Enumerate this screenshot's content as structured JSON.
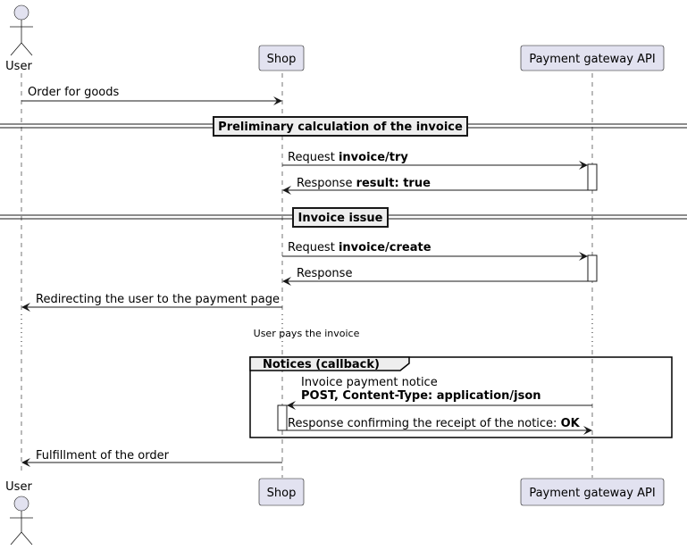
{
  "participants": {
    "user": "User",
    "shop": "Shop",
    "gateway": "Payment gateway API"
  },
  "messages": {
    "order": "Order for goods",
    "try_request_prefix": "Request ",
    "try_request_bold": "invoice/try",
    "try_response_prefix": "Response ",
    "try_response_bold": "result: true",
    "create_request_prefix": "Request ",
    "create_request_bold": "invoice/create",
    "create_response": "Response",
    "redirect": "Redirecting the user to the payment page",
    "user_pays": "User pays the invoice",
    "notice_line1": "Invoice payment notice",
    "notice_line2": "POST, Content-Type: application/json",
    "confirm_prefix": "Response confirming the receipt of the notice: ",
    "confirm_bold": "OK",
    "fulfillment": "Fulfillment of the order"
  },
  "separators": {
    "preliminary": "Preliminary calculation of the invoice",
    "issue": "Invoice issue"
  },
  "group": {
    "title": "Notices (callback)"
  },
  "colors": {
    "participant_fill": "#E2E2F0",
    "separator_fill": "#EEEEEE",
    "line": "#181818"
  }
}
